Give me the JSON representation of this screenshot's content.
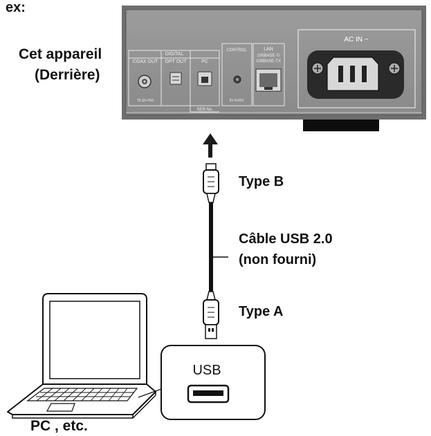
{
  "header": {
    "example_label": "ex:"
  },
  "device": {
    "name_line1": "Cet appareil",
    "name_line2": "(Derrière)",
    "panel": {
      "digital_label": "DIGITAL",
      "coax_out": "COAX OUT",
      "opt_out": "OPT OUT",
      "pc": "PC",
      "control": "CONTROL",
      "lan_line1": "LAN",
      "lan_line2": "100BASE-T/",
      "lan_line3": "100BASE-TX",
      "ser_no": "SER.No.",
      "coax_note": "75 Ω/+75Ω",
      "control_note": "3V 6V/5V",
      "ac_in": "AC IN ~"
    }
  },
  "cable": {
    "type_b": "Type B",
    "name_line1": "Câble USB 2.0",
    "name_line2": "(non fourni)",
    "type_a": "Type A"
  },
  "computer": {
    "usb_port_label": "USB",
    "label": "PC , etc."
  }
}
